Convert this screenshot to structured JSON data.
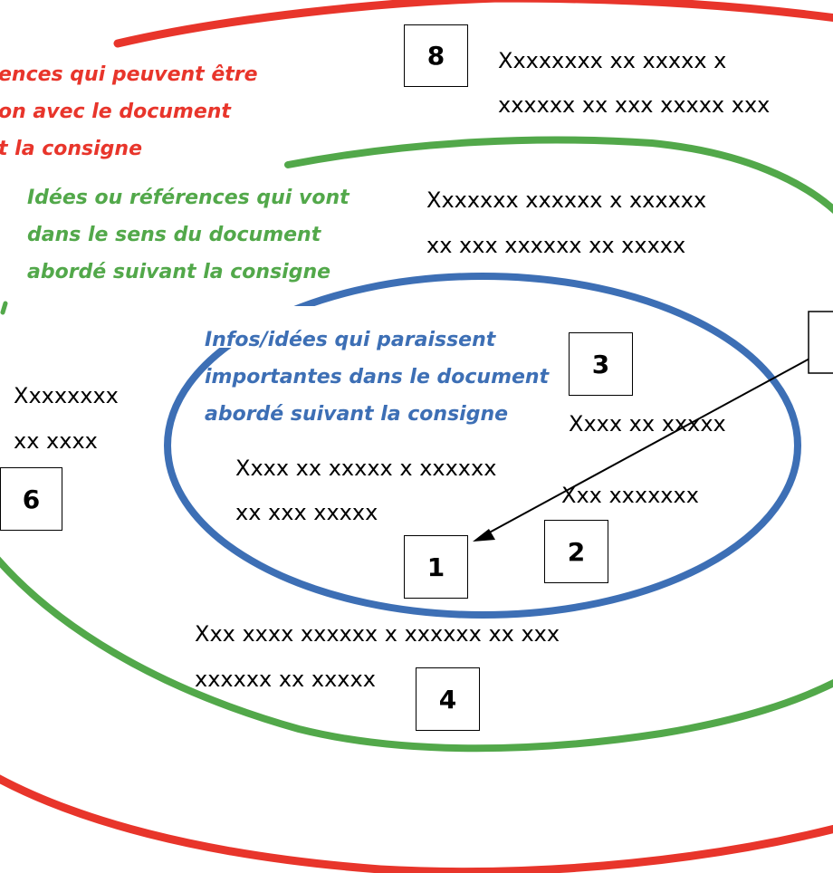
{
  "colors": {
    "outer_ring": "#e8352b",
    "middle_ring": "#52a84a",
    "inner_ring": "#3d6fb5",
    "arrow": "#000000"
  },
  "categories": {
    "red": [
      "ences qui peuvent être",
      "on avec le document",
      "t la consigne"
    ],
    "green": [
      "Idées ou références qui vont",
      "dans le sens du document",
      "abordé suivant la consigne"
    ],
    "blue": [
      "Infos/idées qui paraissent",
      "importantes dans le document",
      "abordé suivant la consigne"
    ]
  },
  "numbers": {
    "b1": "1",
    "b2": "2",
    "b3": "3",
    "b4": "4",
    "b6": "6",
    "b8": "8"
  },
  "placeholders": {
    "p8_l1": "Xxxxxxxx xx xxxxx x",
    "p8_l2": "xxxxxx xx xxx xxxxx xxx",
    "pg_l1": "Xxxxxxx xxxxxx x xxxxxx",
    "pg_l2": "xx xxx xxxxxx xx xxxxx",
    "p6_l1": "Xxxxxxxx",
    "p6_l2": "xx xxxx",
    "p3": "Xxxx xx xxxxx",
    "p2": "Xxx xxxxxxx",
    "p1_l1": "Xxxx xx xxxxx x xxxxxx",
    "p1_l2": "xx xxx xxxxx",
    "p4_l1": "Xxx xxxx xxxxxx x xxxxxx xx xxx",
    "p4_l2": "xxxxxx xx xxxxx"
  }
}
